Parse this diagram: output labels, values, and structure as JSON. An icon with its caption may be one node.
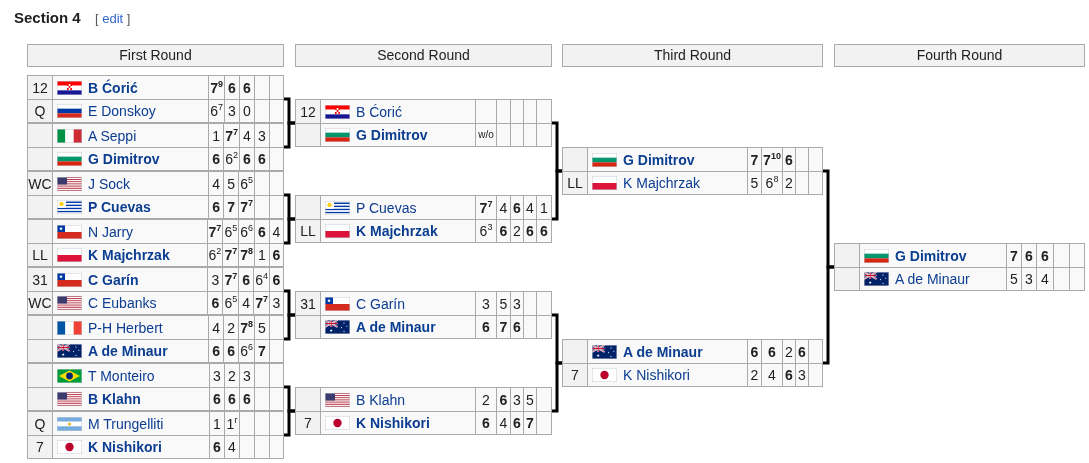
{
  "diagram": {
    "title": "Section 4",
    "nodes": [
      {
        "text": [
          "First Round"
        ]
      },
      {
        "text": [
          "Second Round"
        ]
      },
      {
        "text": [
          "Third Round"
        ]
      },
      {
        "text": [
          "Fourth Round"
        ]
      },
      {
        "text": [],
        "shape": "box"
      },
      {
        "text": [
          "12",
          "B Ćorić",
          "7$^{9}$",
          "6",
          "6"
        ],
        "in": 4
      },
      {
        "text": [
          "Q",
          "E Donskoy",
          "6$^{7}$",
          "3",
          "0"
        ],
        "in": 4
      },
      {
        "text": [],
        "shape": "box"
      },
      {
        "text": [
          "A Seppi",
          "1",
          "7$^{7}$",
          "4",
          "3"
        ],
        "in": 7
      },
      {
        "text": [
          "G Dimitrov",
          "6",
          "6$^{2}$",
          "6",
          "6"
        ],
        "in": 7
      },
      {
        "text": [],
        "shape": "box"
      },
      {
        "text": [
          "WC",
          "J Sock",
          "4",
          "5",
          "6$^{5}$"
        ],
        "in": 10
      },
      {
        "text": [
          "P Cuevas",
          "6",
          "7",
          "7$^{7}$"
        ],
        "in": 10
      },
      {
        "text": [],
        "shape": "box"
      },
      {
        "text": [
          "N Jarry",
          "7$^{7}$",
          "6$^{5}$",
          "6$^{6}$",
          "6",
          "4"
        ],
        "in": 13
      },
      {
        "text": [
          "LL",
          "K Majchrzak",
          "6$^{2}$",
          "7$^{7}$",
          "7$^{8}$",
          "1",
          "6"
        ],
        "in": 13
      },
      {
        "text": [],
        "shape": "box"
      },
      {
        "text": [
          "31",
          "C Garín",
          "3",
          "7$^{7}$",
          "6",
          "6$^{4}$",
          "6"
        ],
        "in": 16
      },
      {
        "text": [
          "WC",
          "C Eubanks",
          "6",
          "6$^{5}$",
          "4",
          "7$^{7}$",
          "3"
        ],
        "in": 16
      },
      {
        "text": [],
        "shape": "box"
      },
      {
        "text": [
          "P-H Herbert",
          "4",
          "2",
          "7$^{8}$",
          "5"
        ],
        "in": 19
      },
      {
        "text": [
          "A de Minaur",
          "6",
          "6",
          "6$^{6}$",
          "7"
        ],
        "in": 19
      },
      {
        "text": [],
        "shape": "box"
      },
      {
        "text": [
          "T Monteiro",
          "3",
          "2",
          "3"
        ],
        "in": 22
      },
      {
        "text": [
          "B Klahn",
          "6",
          "6",
          "6"
        ],
        "in": 22
      },
      {
        "text": [],
        "shape": "box"
      },
      {
        "text": [
          "Q",
          "M Trungelliti",
          "1",
          "1$^{r}$"
        ],
        "in": 25
      },
      {
        "text": [
          "7",
          "K Nishikori",
          "6",
          "4"
        ],
        "in": 25
      },
      {
        "text": [],
        "shape": "box"
      },
      {
        "text": [
          "12",
          "B Ćorić"
        ],
        "in": 28
      },
      {
        "text": [
          "G Dimitrov",
          "w/o"
        ],
        "in": 28
      },
      {
        "text": [],
        "shape": "box"
      },
      {
        "text": [
          "P Cuevas",
          "7$^{7}$",
          "4",
          "6",
          "4",
          "1"
        ],
        "in": 31
      },
      {
        "text": [
          "LL",
          "K Majchrzak",
          "6$^{3}$",
          "6",
          "2",
          "6",
          "6"
        ],
        "in": 31
      },
      {
        "text": [],
        "shape": "box"
      },
      {
        "text": [
          "31",
          "C Garín",
          "3",
          "5",
          "3"
        ],
        "in": 34
      },
      {
        "text": [
          "A de Minaur",
          "6",
          "7",
          "6"
        ],
        "in": 34
      },
      {
        "text": [],
        "shape": "box"
      },
      {
        "text": [
          "B Klahn",
          "2",
          "6",
          "3",
          "5"
        ],
        "in": 37
      },
      {
        "text": [
          "7",
          "K Nishikori",
          "6",
          "4",
          "6",
          "7"
        ],
        "in": 37
      },
      {
        "text": [],
        "shape": "box"
      },
      {
        "text": [
          "G Dimitrov",
          "7",
          "7$^{10}$",
          "6"
        ],
        "in": 40
      },
      {
        "text": [
          "LL",
          "K Majchrzak",
          "5",
          "6$^{8}$",
          "2"
        ],
        "in": 40
      },
      {
        "text": [],
        "shape": "box"
      },
      {
        "text": [
          "A de Minaur",
          "6",
          "6",
          "2",
          "6"
        ],
        "in": 43
      },
      {
        "text": [
          "7",
          "K Nishikori",
          "2",
          "4",
          "6",
          "3"
        ],
        "in": 43
      },
      {
        "text": [],
        "shape": "box"
      },
      {
        "text": [
          "G Dimitrov",
          "7",
          "6",
          "6"
        ],
        "in": 46
      },
      {
        "text": [
          "A de Minaur",
          "5",
          "3",
          "4"
        ],
        "in": 46
      }
    ],
    "edges": [
      {
        "from": 4,
        "to": 28,
        "arrow": "none"
      },
      {
        "from": 7,
        "to": 28,
        "arrow": "none"
      },
      {
        "from": 10,
        "to": 31,
        "arrow": "none"
      },
      {
        "from": 13,
        "to": 31,
        "arrow": "none"
      },
      {
        "from": 16,
        "to": 34,
        "arrow": "none"
      },
      {
        "from": 19,
        "to": 34,
        "arrow": "none"
      },
      {
        "from": 22,
        "to": 37,
        "arrow": "none"
      },
      {
        "from": 25,
        "to": 37,
        "arrow": "none"
      },
      {
        "from": 28,
        "to": 40,
        "arrow": "none"
      },
      {
        "from": 31,
        "to": 40,
        "arrow": "none"
      },
      {
        "from": 34,
        "to": 43,
        "arrow": "none"
      },
      {
        "from": 37,
        "to": 43,
        "arrow": "none"
      },
      {
        "from": 40,
        "to": 46,
        "arrow": "none"
      },
      {
        "from": 43,
        "to": 46,
        "arrow": "none"
      }
    ],
    "labels": [
      "[ edit ]"
    ]
  }
}
